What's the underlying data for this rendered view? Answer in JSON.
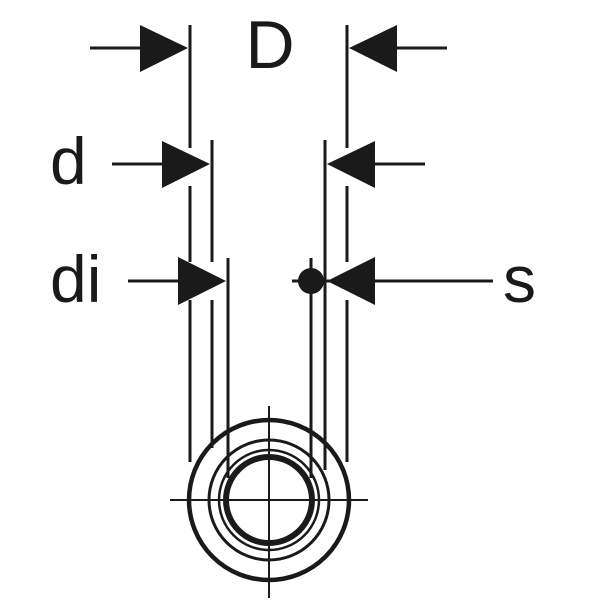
{
  "labels": {
    "outer_diameter": "D",
    "diameter": "d",
    "inner_diameter": "di",
    "wall_thickness": "s"
  },
  "colors": {
    "ink": "#1a1a1a",
    "background": "#ffffff"
  }
}
